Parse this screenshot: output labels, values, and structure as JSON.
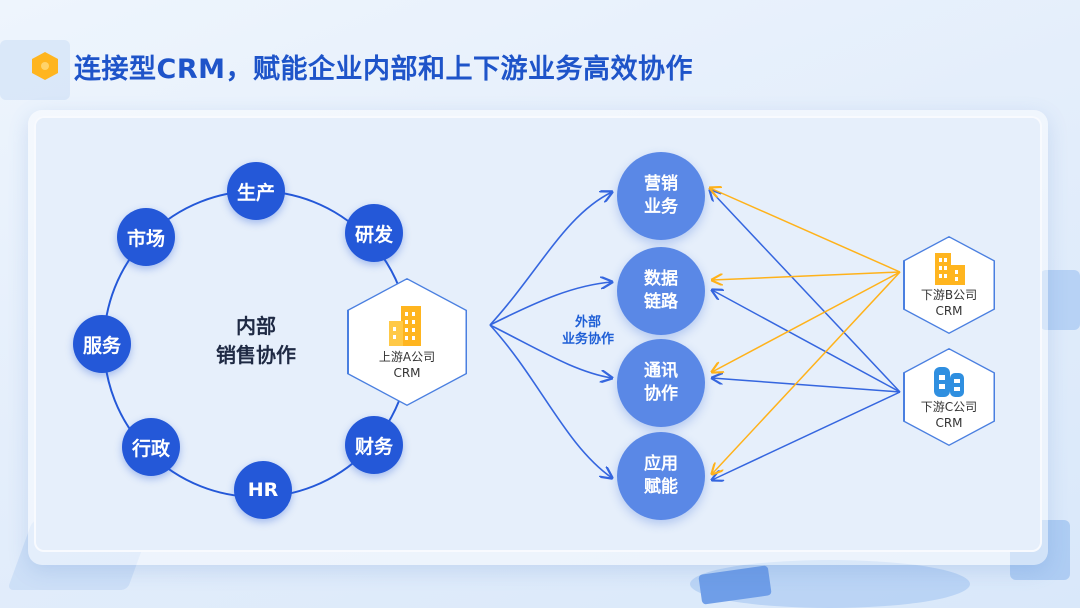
{
  "title": "连接型CRM，赋能企业内部和上下游业务高效协作",
  "internal": {
    "center_line1": "内部",
    "center_line2": "销售协作",
    "departments": [
      "生产",
      "研发",
      "财务",
      "HR",
      "行政",
      "服务",
      "市场"
    ]
  },
  "upstream": {
    "line1": "上游A公司",
    "line2": "CRM",
    "icon": "buildings-icon",
    "color": "#ffb51f"
  },
  "external_label": {
    "line1": "外部",
    "line2": "业务协作"
  },
  "business": [
    {
      "line1": "营销",
      "line2": "业务"
    },
    {
      "line1": "数据",
      "line2": "链路"
    },
    {
      "line1": "通讯",
      "line2": "协作"
    },
    {
      "line1": "应用",
      "line2": "赋能"
    }
  ],
  "downstream": [
    {
      "line1": "下游B公司",
      "line2": "CRM",
      "icon": "buildings-icon",
      "color": "#ffb51f"
    },
    {
      "line1": "下游C公司",
      "line2": "CRM",
      "icon": "buildings-icon",
      "color": "#2f8fe0"
    }
  ],
  "colors": {
    "primary": "#2458d8",
    "accent": "#ffb51f",
    "title": "#1e54c9",
    "line_blue": "#3566df",
    "line_orange": "#ffb21a"
  }
}
